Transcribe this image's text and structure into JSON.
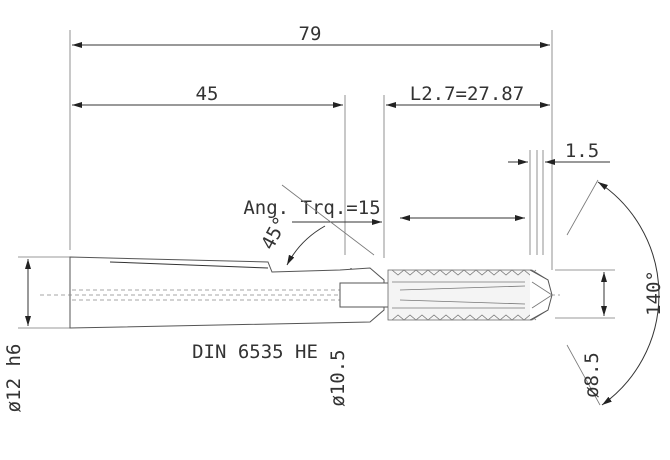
{
  "drawing": {
    "dimensions": {
      "overall_length": "79",
      "shank_length": "45",
      "thread_length": "L2.7=27.87",
      "tip_length": "1.5",
      "angle_label": "Ang. Trq.=15",
      "chamfer_angle": "45°",
      "point_angle": "140°",
      "shank_diameter": "ø12 h6",
      "neck_diameter": "ø10.5",
      "thread_diameter": "ø8.5"
    },
    "standard_note": "DIN 6535 HE"
  }
}
